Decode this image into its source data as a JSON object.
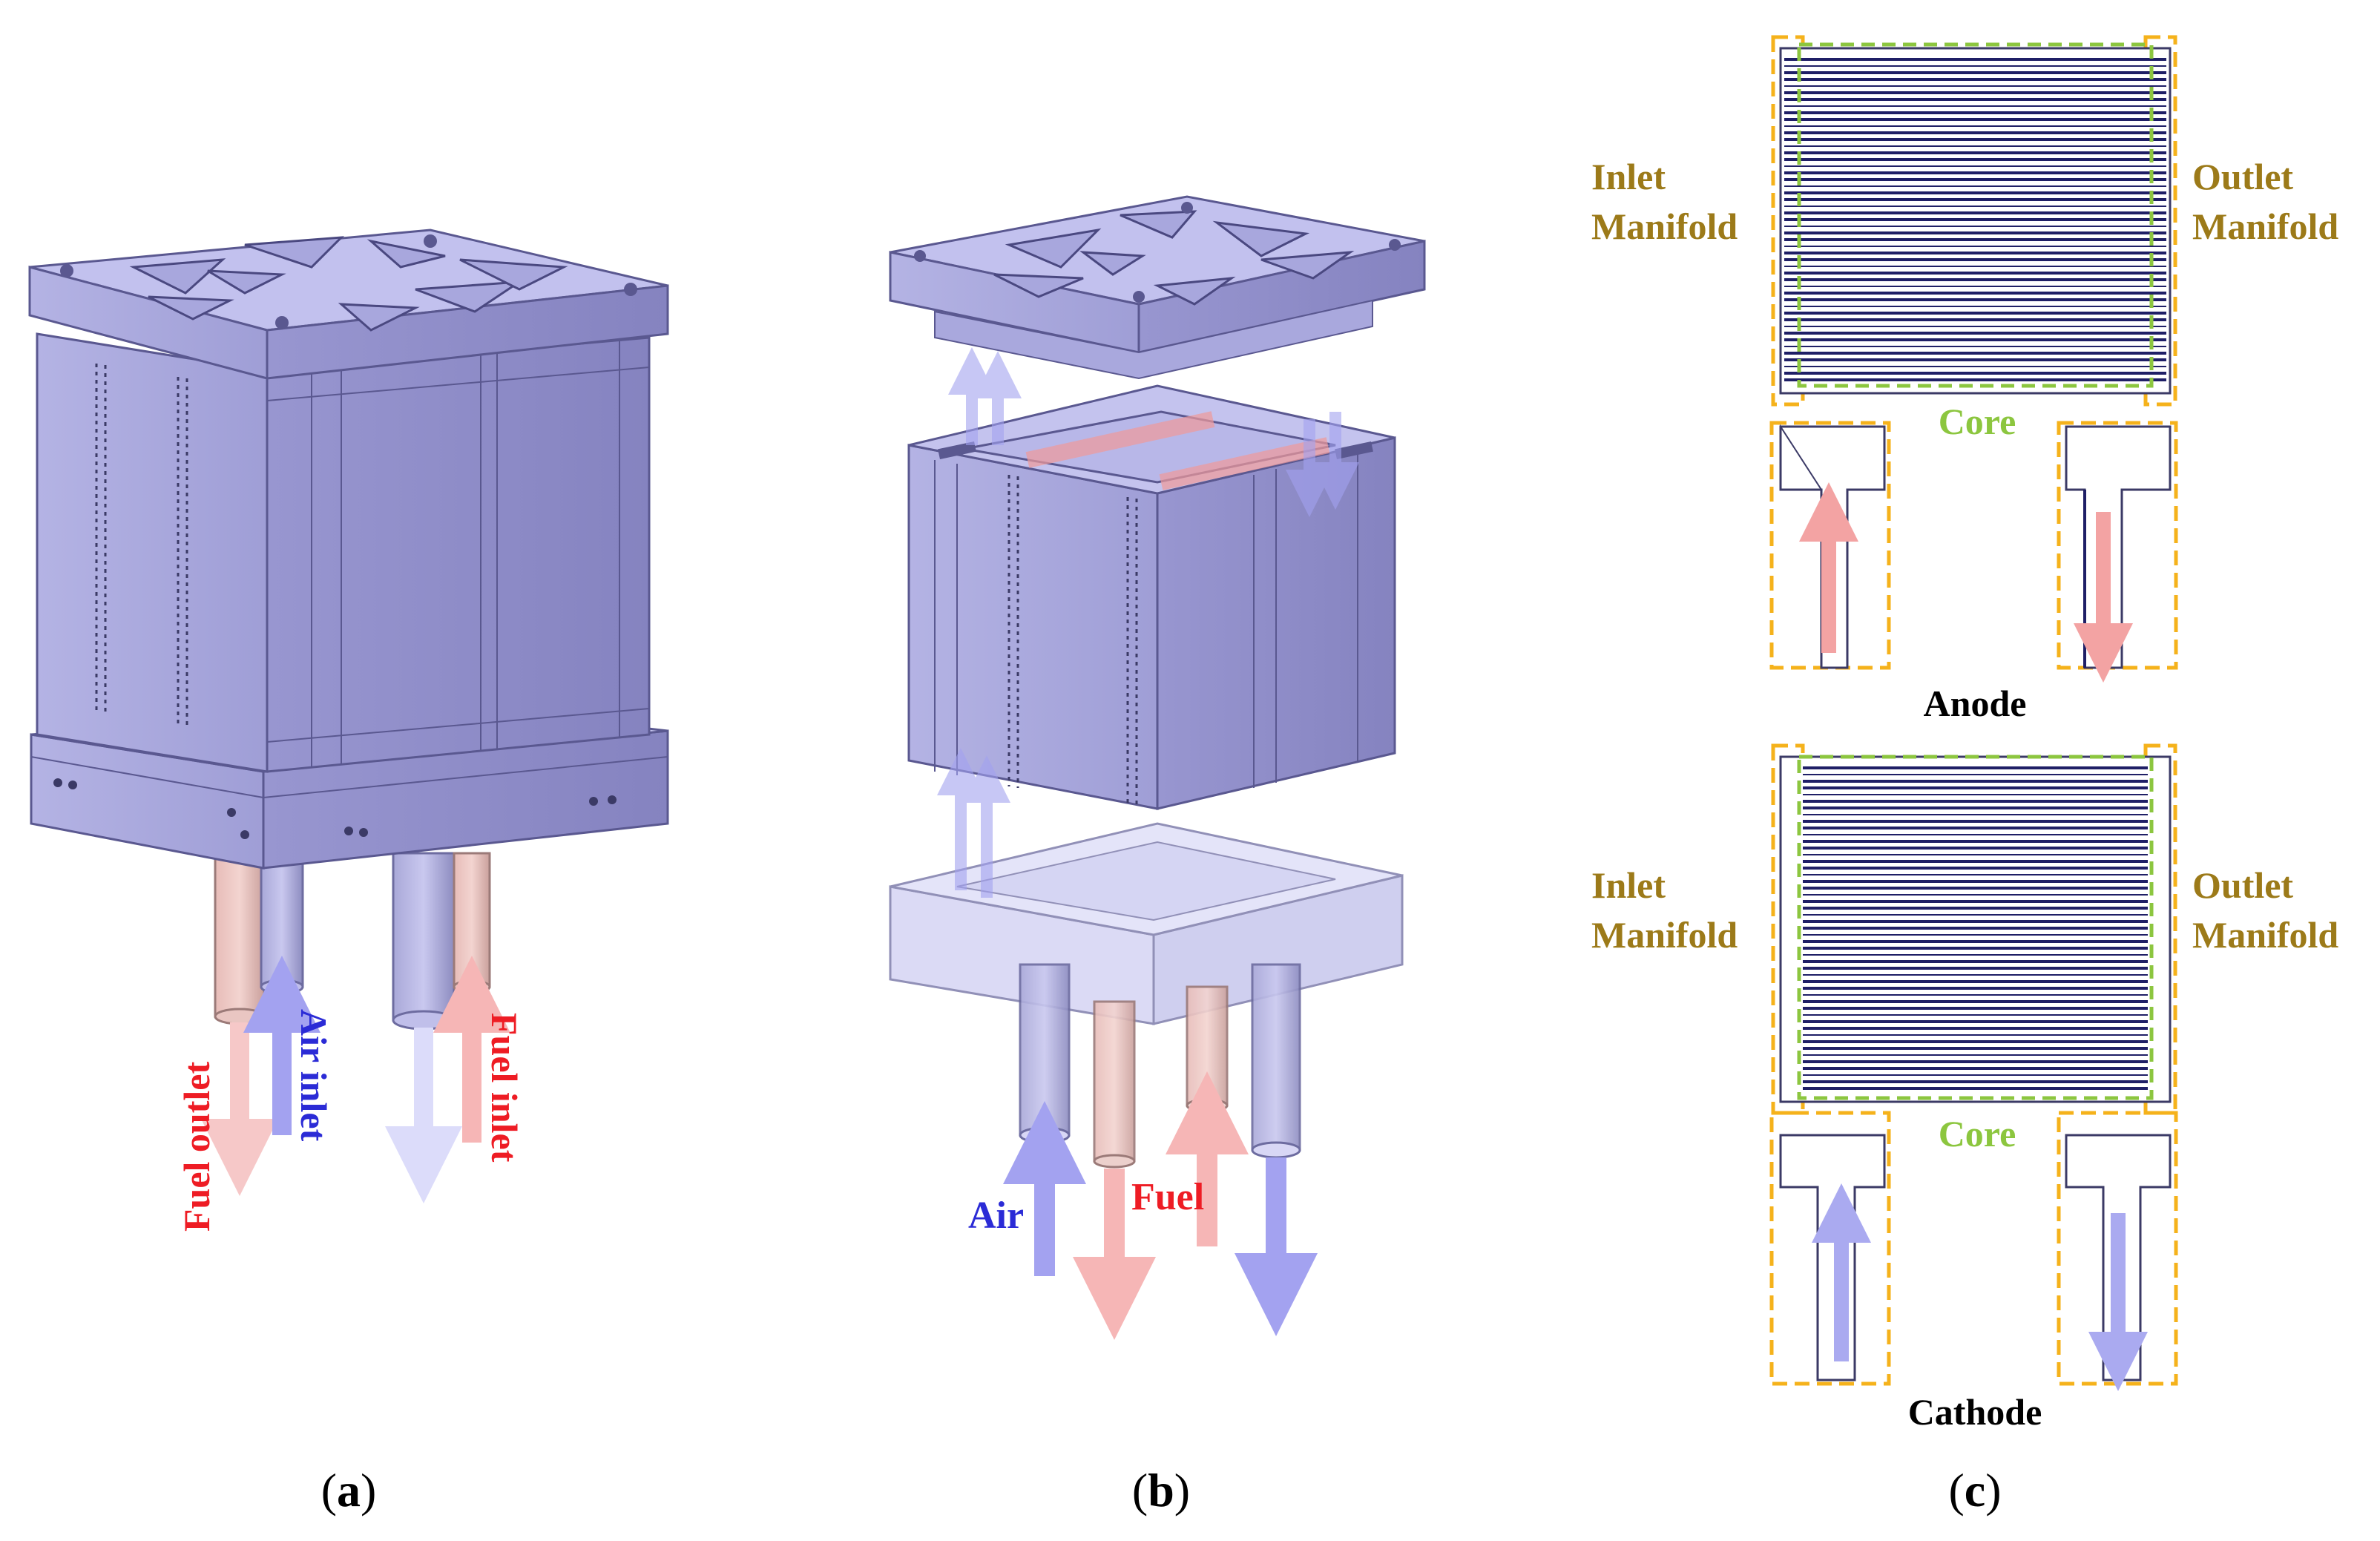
{
  "panel_a": {
    "caption_label": "a",
    "fuel_outlet": "Fuel outlet",
    "air_inlet": "Air inlet",
    "fuel_inlet": "Fuel inlet"
  },
  "panel_b": {
    "caption_label": "b",
    "air": "Air",
    "fuel": "Fuel"
  },
  "panel_c": {
    "caption_label": "c",
    "anode": {
      "inlet_line1": "Inlet",
      "inlet_line2": "Manifold",
      "outlet_line1": "Outlet",
      "outlet_line2": "Manifold",
      "core": "Core",
      "title": "Anode"
    },
    "cathode": {
      "inlet_line1": "Inlet",
      "inlet_line2": "Manifold",
      "outlet_line1": "Outlet",
      "outlet_line2": "Manifold",
      "core": "Core",
      "title": "Cathode"
    }
  },
  "colors": {
    "body": "#b9b8e6",
    "body_dark": "#8c8ac4",
    "edge": "#5a5890",
    "fuel_red": "#ee1c24",
    "fuel_arrow": "#f3a3a3",
    "air_blue": "#2b2bd6",
    "air_arrow": "#aaaaf0",
    "manifold_gold": "#9c7a19",
    "core_green": "#8cc63f",
    "dash_yellow": "#f5b21b",
    "channel_navy": "#1f1f66"
  }
}
